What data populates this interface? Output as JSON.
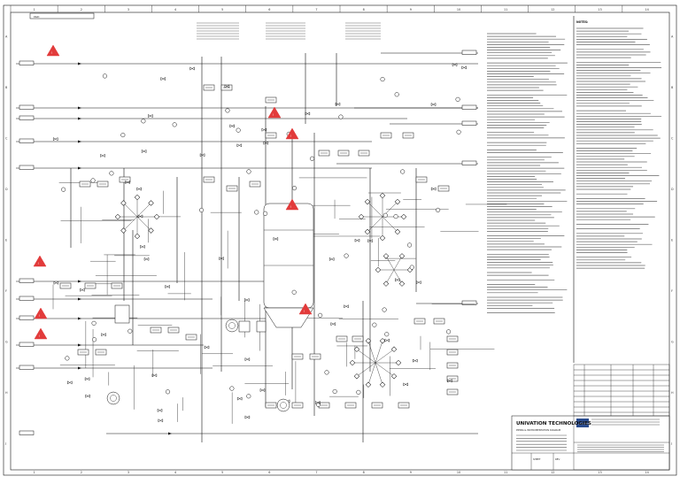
{
  "drawing": {
    "header_tag": "P&ID",
    "border_zones_top": [
      "1",
      "2",
      "3",
      "4",
      "5",
      "6",
      "7",
      "8",
      "9",
      "10",
      "11",
      "12",
      "13",
      "14"
    ],
    "border_zones_side": [
      "A",
      "B",
      "C",
      "D",
      "E",
      "F",
      "G",
      "H",
      "J"
    ]
  },
  "accent_colors": {
    "warning_triangle": "#e23b3b",
    "line": "#111111"
  },
  "notes_heading": "NOTES:",
  "title_block": {
    "company_line_1": "UNIVATION TECHNOLOGIES",
    "company_line_2": "PIPING & INSTRUMENTATION DIAGRAM",
    "logo_text": "Univation",
    "sheet_label": "SHEET",
    "rev_label": "REV"
  },
  "legend_icons": [
    "warning-triangle-icon",
    "valve-icon",
    "instrument-bubble-icon",
    "vessel-icon",
    "pump-icon"
  ]
}
